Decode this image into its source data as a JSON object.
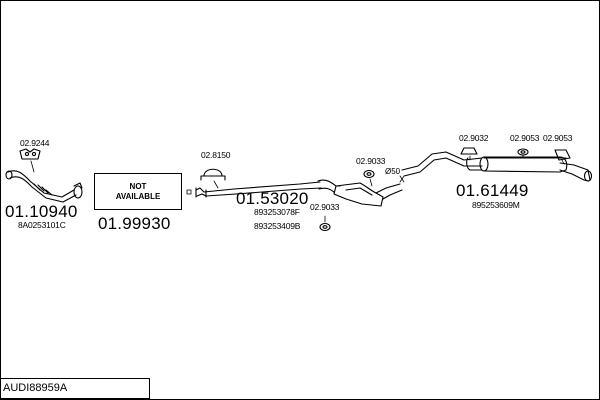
{
  "model_code": "AUDI88959A",
  "parts": {
    "front_pipe": {
      "number": "01.10940",
      "oem": "8A0253101C"
    },
    "catalyst": {
      "number": "01.99930",
      "status": "NOT\nAVAILABLE"
    },
    "middle_pipe": {
      "number": "01.53020",
      "oem_1": "893253078F",
      "oem_2": "893253409B"
    },
    "rear_silencer": {
      "number": "01.61449",
      "oem": "895253609M"
    }
  },
  "accessories": {
    "front_gasket": "02.9244",
    "middle_clamp": "02.8150",
    "middle_hanger": "02.9033",
    "middle_hanger_lower": "02.9033",
    "rear_hanger_1": "02.9032",
    "rear_hanger_2": "02.9053",
    "rear_hanger_3": "02.9053"
  },
  "pipe_diameter_label": "Ø50"
}
